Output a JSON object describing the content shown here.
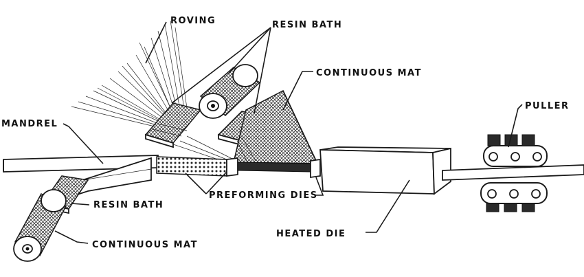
{
  "labels": {
    "roving": "ROVING",
    "resin_bath_top": "RESIN BATH",
    "continuous_mat_top": "CONTINUOUS MAT",
    "puller": "PULLER",
    "mandrel": "MANDREL",
    "resin_bath_bottom": "RESIN BATH",
    "preforming_dies": "PREFORMING DIES",
    "heated_die": "HEATED DIE",
    "continuous_mat_bottom": "CONTINUOUS MAT"
  },
  "colors": {
    "ink": "#1a1a1a",
    "background": "#ffffff"
  }
}
